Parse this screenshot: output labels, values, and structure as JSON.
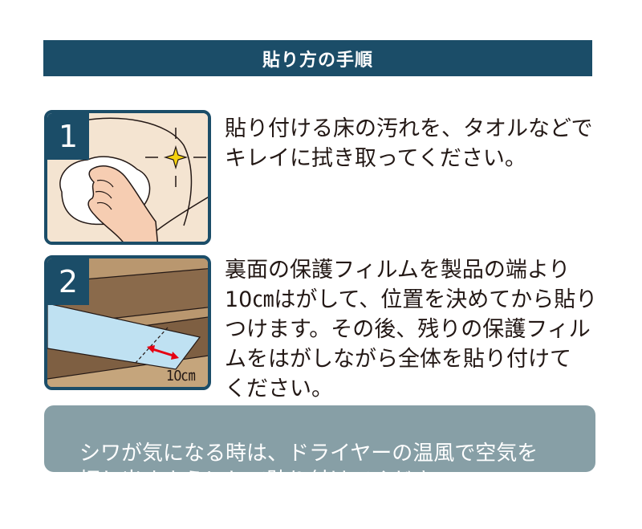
{
  "header": {
    "title": "貼り方の手順"
  },
  "steps": [
    {
      "number": "1",
      "text": "貼り付ける床の汚れを、タオルなどで\nキレイに拭き取ってください。"
    },
    {
      "number": "2",
      "text": "裏面の保護フィルムを製品の端より\n10㎝はがして、位置を決めてから貼り\nつけます。その後、残りの保護フィル\nムをはがしながら全体を貼り付けて\nください。",
      "measure_label": "10㎝"
    }
  ],
  "note": {
    "text": "シワが気になる時は、ドライヤーの温風で空気を\n押し出すようにして貼り付けてください。"
  },
  "colors": {
    "primary": "#1b4d68",
    "note_bg": "#879fa6",
    "floor": "#f4e4d1",
    "stair": "#8f7151",
    "film": "#bfe1f2",
    "arrow": "#e60012"
  }
}
